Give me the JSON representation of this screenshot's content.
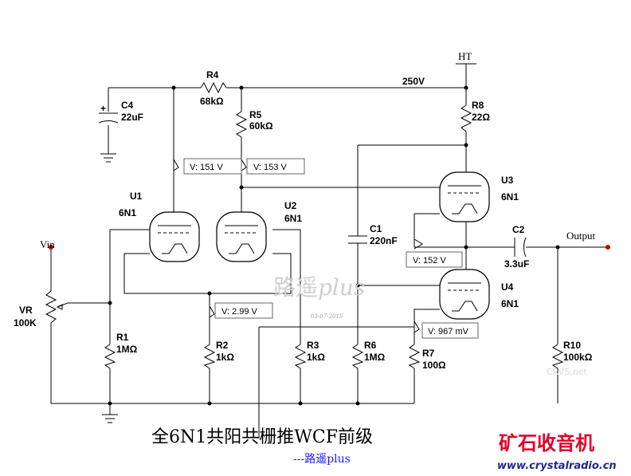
{
  "title": "全6N1共阳共栅推WCF前级",
  "author": "---路遥plus",
  "watermark": {
    "cn": "路遥",
    "latin": "plus",
    "date": "03-07-2015"
  },
  "logo": {
    "name": "矿石收音机",
    "url": "www.crystalradio.cn",
    "faint": "CRVS.net"
  },
  "supply": {
    "name": "HT",
    "voltage": "250V"
  },
  "io": {
    "input": "Vin",
    "output": "Output"
  },
  "components": {
    "C4": {
      "ref": "C4",
      "value": "22uF",
      "polarity": "+"
    },
    "R4": {
      "ref": "R4",
      "value": "68kΩ"
    },
    "R5": {
      "ref": "R5",
      "value": "60kΩ"
    },
    "R8": {
      "ref": "R8",
      "value": "22Ω"
    },
    "U1": {
      "ref": "U1",
      "value": "6N1"
    },
    "U2": {
      "ref": "U2",
      "value": "6N1"
    },
    "U3": {
      "ref": "U3",
      "value": "6N1"
    },
    "U4": {
      "ref": "U4",
      "value": "6N1"
    },
    "C1": {
      "ref": "C1",
      "value": "220nF"
    },
    "C2": {
      "ref": "C2",
      "value": "3.3uF"
    },
    "VR": {
      "ref": "VR",
      "value": "100K"
    },
    "R1": {
      "ref": "R1",
      "value": "1MΩ"
    },
    "R2": {
      "ref": "R2",
      "value": "1kΩ"
    },
    "R3": {
      "ref": "R3",
      "value": "1kΩ"
    },
    "R6": {
      "ref": "R6",
      "value": "1MΩ"
    },
    "R7": {
      "ref": "R7",
      "value": "100Ω"
    },
    "R10": {
      "ref": "R10",
      "value": "100kΩ"
    }
  },
  "probes": {
    "p1": "V: 151 V",
    "p2": "V: 153 V",
    "p3": "V: 2.99 V",
    "p4": "V: 152 V",
    "p5": "V: 967 mV"
  }
}
